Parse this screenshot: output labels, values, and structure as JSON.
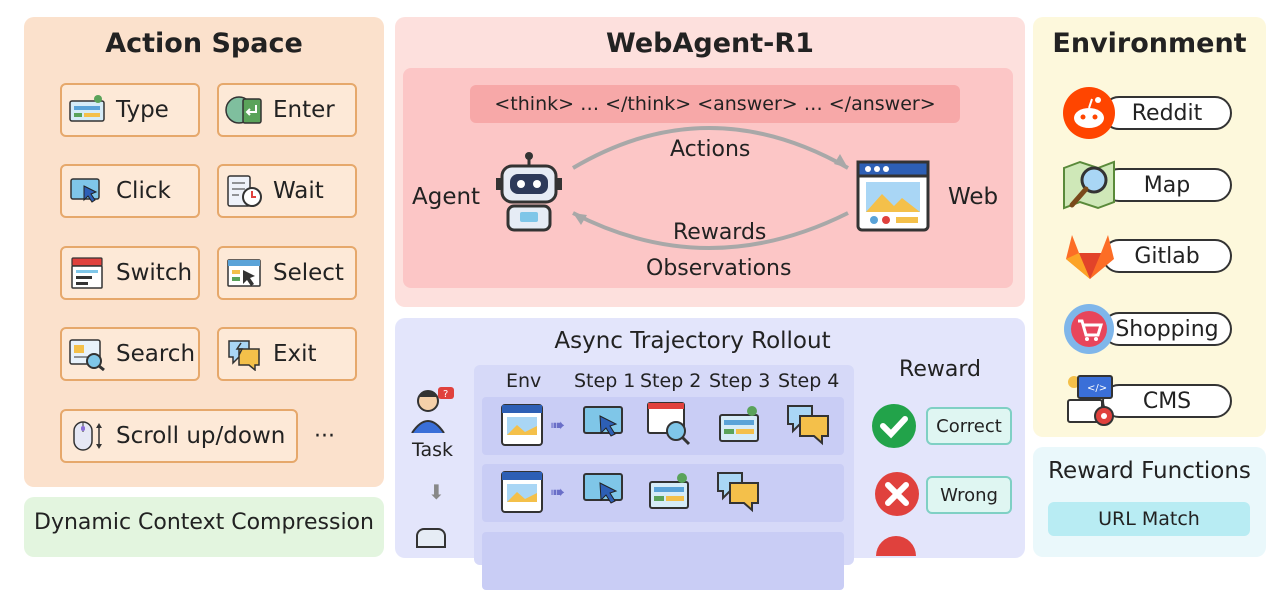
{
  "action_space": {
    "title": "Action Space",
    "actions": [
      {
        "label": "Type",
        "icon": "type-icon"
      },
      {
        "label": "Enter",
        "icon": "enter-icon"
      },
      {
        "label": "Click",
        "icon": "click-icon"
      },
      {
        "label": "Wait",
        "icon": "wait-icon"
      },
      {
        "label": "Switch",
        "icon": "switch-icon"
      },
      {
        "label": "Select",
        "icon": "select-icon"
      },
      {
        "label": "Search",
        "icon": "search-icon"
      },
      {
        "label": "Exit",
        "icon": "exit-icon"
      },
      {
        "label": "Scroll up/down",
        "icon": "scroll-icon"
      }
    ],
    "more": "···"
  },
  "dynamic_context": {
    "title": "Dynamic Context Compression"
  },
  "webagent": {
    "title": "WebAgent-R1",
    "format": "<think> … </think> <answer> … </answer>",
    "agent_label": "Agent",
    "web_label": "Web",
    "actions_label": "Actions",
    "rewards_label": "Rewards",
    "observations_label": "Observations"
  },
  "rollout": {
    "title": "Async Trajectory Rollout",
    "headers": [
      "Env",
      "Step 1",
      "Step 2",
      "Step 3",
      "Step 4"
    ],
    "task_label": "Task",
    "reward_title": "Reward",
    "rewards": [
      {
        "label": "Correct",
        "color": "#22a34a"
      },
      {
        "label": "Wrong",
        "color": "#e0413d"
      }
    ]
  },
  "environment": {
    "title": "Environment",
    "items": [
      {
        "label": "Reddit",
        "icon": "reddit-icon",
        "color": "#ff4500"
      },
      {
        "label": "Map",
        "icon": "map-icon",
        "color": "#5aa35a"
      },
      {
        "label": "Gitlab",
        "icon": "gitlab-icon",
        "color": "#fc6d26"
      },
      {
        "label": "Shopping",
        "icon": "shopping-icon",
        "color": "#e8455b"
      },
      {
        "label": "CMS",
        "icon": "cms-icon",
        "color": "#3a6fd8"
      }
    ]
  },
  "reward_functions": {
    "title": "Reward Functions",
    "items": [
      "URL Match"
    ]
  }
}
